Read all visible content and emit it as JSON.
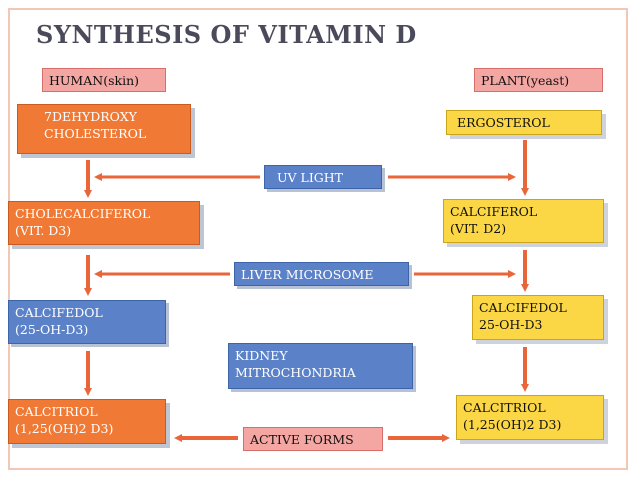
{
  "title": "SYNTHESIS OF VITAMIN D",
  "headers": {
    "left": "HUMAN(skin)",
    "right": "PLANT(yeast)"
  },
  "human": [
    "7DEHYDROXY\nCHOLESTEROL",
    "CHOLECALCIFEROL\n(VIT. D3)",
    "CALCIFEDOL\n(25-OH-D3)",
    "CALCITRIOL\n(1,25(OH)2 D3)"
  ],
  "plant": [
    "ERGOSTEROL",
    "CALCIFEROL\n(VIT. D2)",
    "CALCIFEDOL\n25-OH-D3",
    "CALCITRIOL\n(1,25(OH)2 D3)"
  ],
  "middle": [
    "UV LIGHT",
    "LIVER  MICROSOME",
    "KIDNEY\nMITROCHONDRIA",
    "ACTIVE FORMS"
  ],
  "colors": {
    "title": "#4a4a5a",
    "arrow": "#e8663a",
    "pink": "#f3a6a2",
    "orange": "#f07a35",
    "yellow": "#fbd645",
    "blue": "#5b82c8",
    "frame": "#f2c7b8"
  }
}
